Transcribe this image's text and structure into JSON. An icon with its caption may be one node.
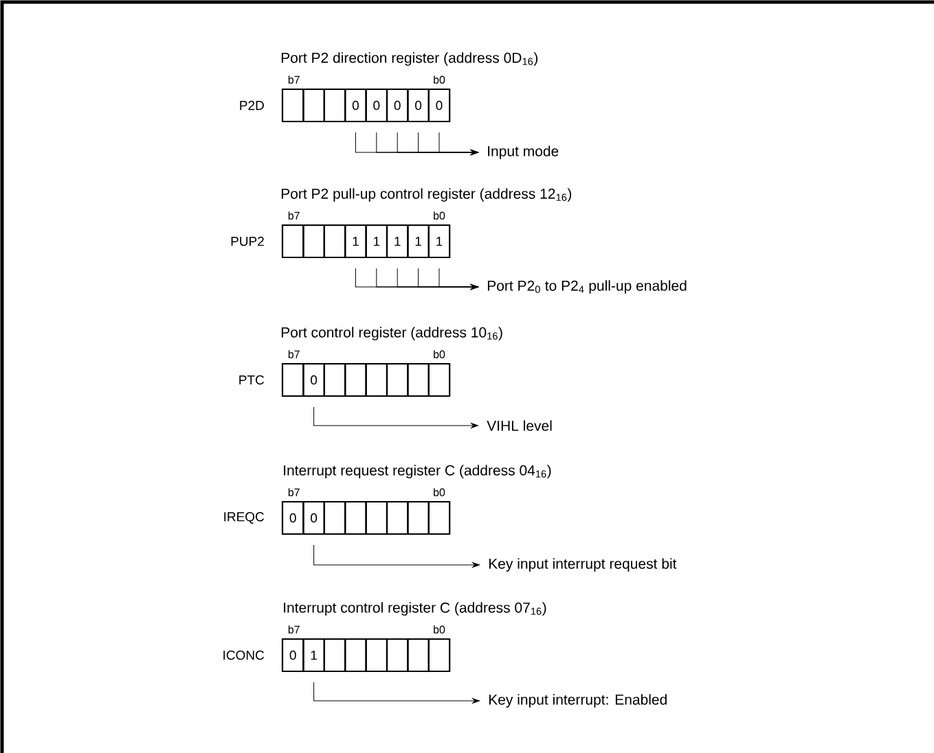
{
  "diagram": {
    "nodes": [
      {
        "text": [],
        "shape": "box"
      },
      {
        "text": [],
        "shape": "box"
      },
      {
        "text": [],
        "shape": "box"
      },
      {
        "text": [
          "0"
        ]
      },
      {
        "text": [
          "0"
        ]
      },
      {
        "text": [
          "0"
        ]
      },
      {
        "text": [
          "0"
        ]
      },
      {
        "text": [
          "0"
        ]
      },
      {
        "text": [
          "Input mode"
        ]
      },
      {
        "text": [],
        "shape": "box"
      },
      {
        "text": [],
        "shape": "box"
      },
      {
        "text": [],
        "shape": "box"
      },
      {
        "text": [
          "1"
        ]
      },
      {
        "text": [
          "1"
        ]
      },
      {
        "text": [
          "1"
        ]
      },
      {
        "text": [
          "1"
        ]
      },
      {
        "text": [
          "1"
        ]
      },
      {
        "text": [
          "Port P2$_{0}$ to P2$_{4}$ pull-up enabled"
        ]
      },
      {
        "text": [],
        "shape": "box"
      },
      {
        "text": [
          "0"
        ]
      },
      {
        "text": [],
        "shape": "box"
      },
      {
        "text": [],
        "shape": "box"
      },
      {
        "text": [],
        "shape": "box"
      },
      {
        "text": [],
        "shape": "box"
      },
      {
        "text": [],
        "shape": "box"
      },
      {
        "text": [],
        "shape": "box"
      },
      {
        "text": [
          "VIHL level"
        ]
      },
      {
        "text": [
          "0"
        ]
      },
      {
        "text": [
          "0"
        ]
      },
      {
        "text": [],
        "shape": "box"
      },
      {
        "text": [],
        "shape": "box"
      },
      {
        "text": [],
        "shape": "box"
      },
      {
        "text": [],
        "shape": "box"
      },
      {
        "text": [],
        "shape": "box"
      },
      {
        "text": [],
        "shape": "box"
      },
      {
        "text": [
          "Key input interrupt request bit"
        ]
      },
      {
        "text": [
          "0"
        ]
      },
      {
        "text": [
          "1"
        ]
      },
      {
        "text": [],
        "shape": "box"
      },
      {
        "text": [],
        "shape": "box"
      },
      {
        "text": [],
        "shape": "box"
      },
      {
        "text": [],
        "shape": "box"
      },
      {
        "text": [],
        "shape": "box"
      },
      {
        "text": [],
        "shape": "box"
      },
      {
        "text": [
          "Key input interrupt: Enabled"
        ]
      }
    ],
    "edges": [
      {
        "from": 3,
        "to": 8,
        "arrow": "to"
      },
      {
        "from": 4,
        "to": 8,
        "arrow": "to"
      },
      {
        "from": 5,
        "to": 8,
        "arrow": "to"
      },
      {
        "from": 6,
        "to": 8,
        "arrow": "to"
      },
      {
        "from": 7,
        "to": 8,
        "arrow": "to"
      },
      {
        "from": 12,
        "to": 17,
        "arrow": "to"
      },
      {
        "from": 13,
        "to": 17,
        "arrow": "to"
      },
      {
        "from": 14,
        "to": 17,
        "arrow": "to"
      },
      {
        "from": 15,
        "to": 17,
        "arrow": "to"
      },
      {
        "from": 16,
        "to": 17,
        "arrow": "to"
      },
      {
        "from": 19,
        "to": 26,
        "arrow": "to"
      },
      {
        "from": 28,
        "to": 35,
        "arrow": "to"
      },
      {
        "from": 37,
        "to": 44,
        "arrow": "to"
      }
    ],
    "labels": [
      "Port P2 direction register (address 0D$_{16}$)",
      "b7",
      "b0",
      "P2D",
      "Port P2 pull-up control register (address 12$_{16}$)",
      "b7",
      "b0",
      "PUP2",
      "Port control register (address 10$_{16}$)",
      "b7",
      "b0",
      "PTC",
      "Interrupt request register C (address 04$_{16}$)",
      "b7",
      "b0",
      "IREQC",
      "Interrupt control register C (address 07$_{16}$)",
      "b7",
      "b0",
      "ICONC"
    ]
  }
}
